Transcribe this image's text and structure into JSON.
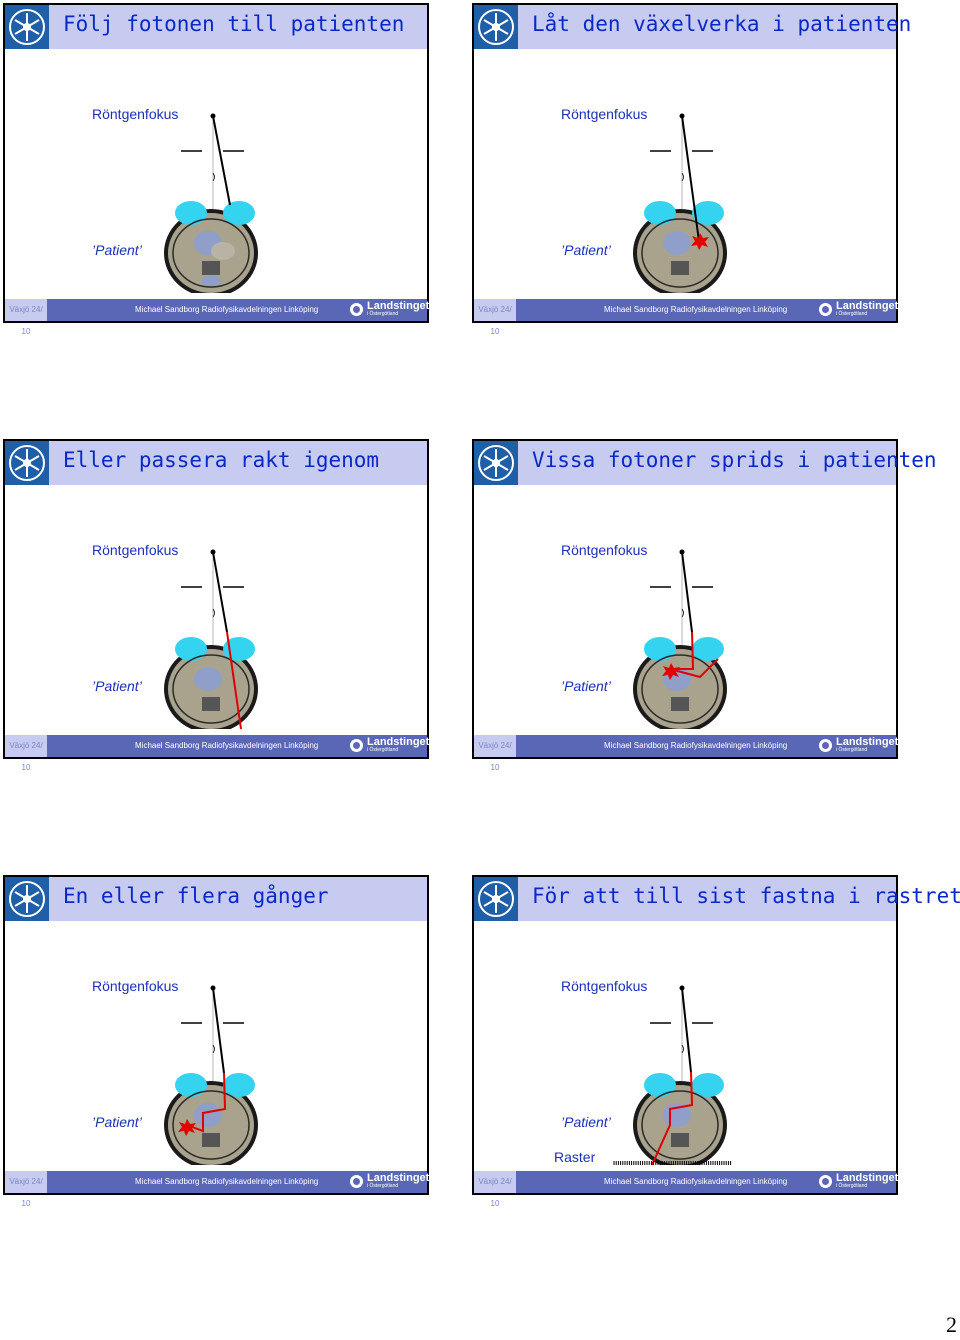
{
  "labels": {
    "focus": "Röntgenfokus",
    "patient": "’Patient’",
    "raster": "Raster"
  },
  "footer": {
    "date": "Växjö 24/ 10",
    "author": "Michael Sandborg Radiofysikavdelningen Linköping",
    "org_name": "Landstinget",
    "org_sub": "i Östergötland"
  },
  "slides": [
    {
      "title": "Följ fotonen till patienten",
      "scenario": "beam-to-patient",
      "logo_icon": "snowflake-icon"
    },
    {
      "title": "Låt den växelverka i patienten",
      "scenario": "interaction",
      "logo_icon": "snowflake-icon"
    },
    {
      "title": "Eller passera rakt igenom",
      "scenario": "pass-through",
      "logo_icon": "snowflake-icon"
    },
    {
      "title": "Vissa fotoner sprids i patienten",
      "scenario": "scatter-once",
      "logo_icon": "snowflake-icon"
    },
    {
      "title": "En eller flera gånger",
      "scenario": "scatter-multiple",
      "logo_icon": "snowflake-icon"
    },
    {
      "title": "För att till sist fastna i rastret",
      "scenario": "absorbed-in-grid",
      "logo_icon": "snowflake-icon"
    }
  ],
  "page_number": "2",
  "colors": {
    "title_text": "#0a28c8",
    "header_bg": "#c6cbef",
    "footer_bg": "#5a67b7",
    "photon_path": "#e00000",
    "label_text": "#1c2fb8"
  }
}
